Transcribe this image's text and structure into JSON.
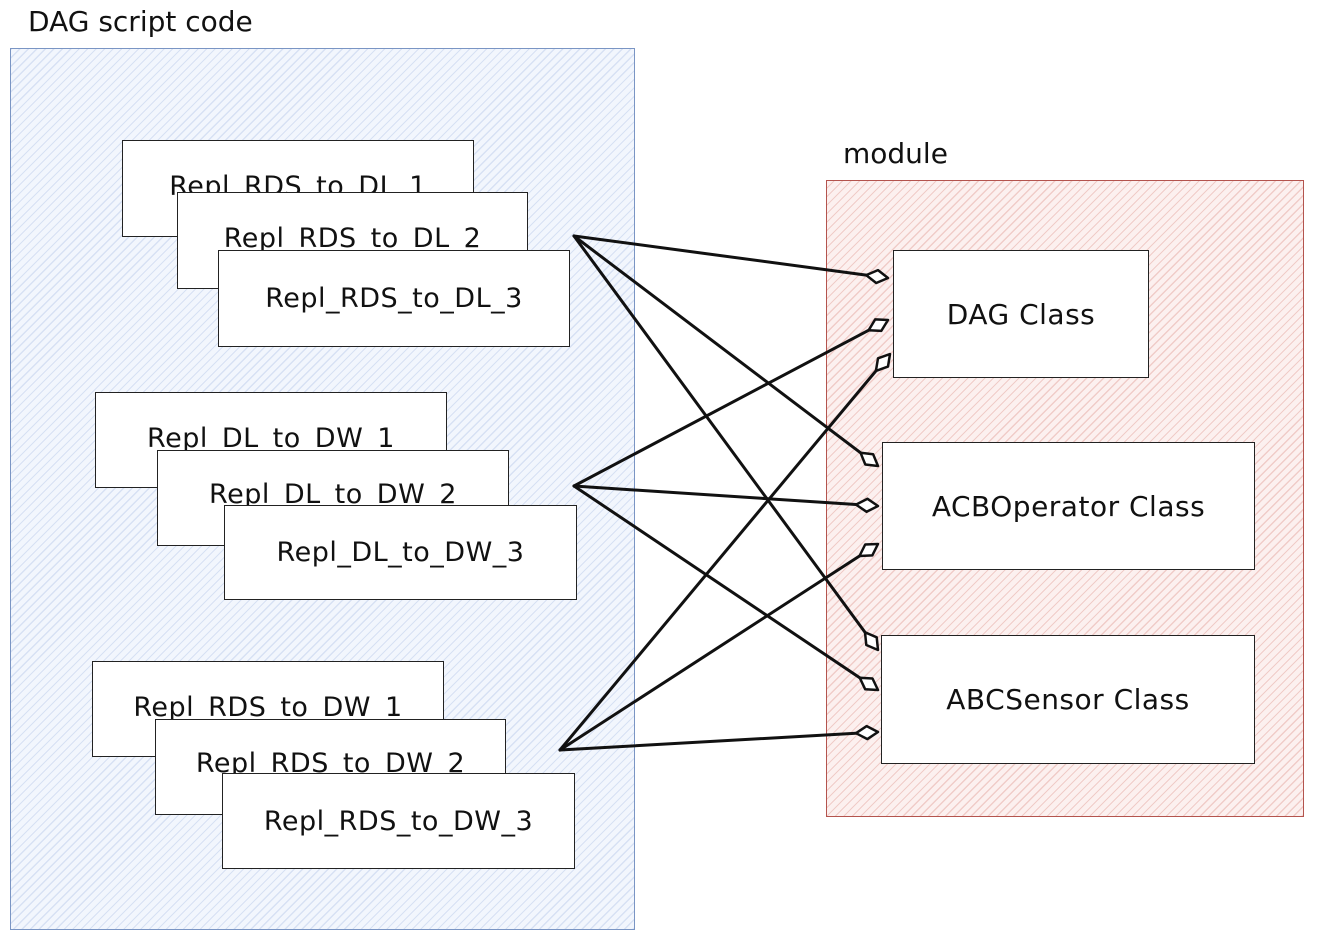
{
  "containers": {
    "dag_script": {
      "label": "DAG script code",
      "stroke": "#7a95c4",
      "fill": "#dae8fc"
    },
    "module": {
      "label": "module",
      "stroke": "#b85450",
      "fill": "#f8cecc"
    }
  },
  "dag_groups": [
    {
      "tasks": [
        "Repl_RDS_to_DL_1",
        "Repl_RDS_to_DL_2",
        "Repl_RDS_to_DL_3"
      ]
    },
    {
      "tasks": [
        "Repl_DL_to_DW_1",
        "Repl_DL_to_DW_2",
        "Repl_DL_to_DW_3"
      ]
    },
    {
      "tasks": [
        "Repl_RDS_to_DW_1",
        "Repl_RDS_to_DW_2",
        "Repl_RDS_to_DW_3"
      ]
    }
  ],
  "module_classes": [
    "DAG Class",
    "ACBOperator Class",
    "ABCSensor Class"
  ],
  "connections": [
    {
      "from_group": 0,
      "to_class": 0
    },
    {
      "from_group": 0,
      "to_class": 1
    },
    {
      "from_group": 0,
      "to_class": 2
    },
    {
      "from_group": 1,
      "to_class": 0
    },
    {
      "from_group": 1,
      "to_class": 1
    },
    {
      "from_group": 1,
      "to_class": 2
    },
    {
      "from_group": 2,
      "to_class": 0
    },
    {
      "from_group": 2,
      "to_class": 1
    },
    {
      "from_group": 2,
      "to_class": 2
    }
  ],
  "arrow_style": "diamond",
  "edge_color": "#111111"
}
